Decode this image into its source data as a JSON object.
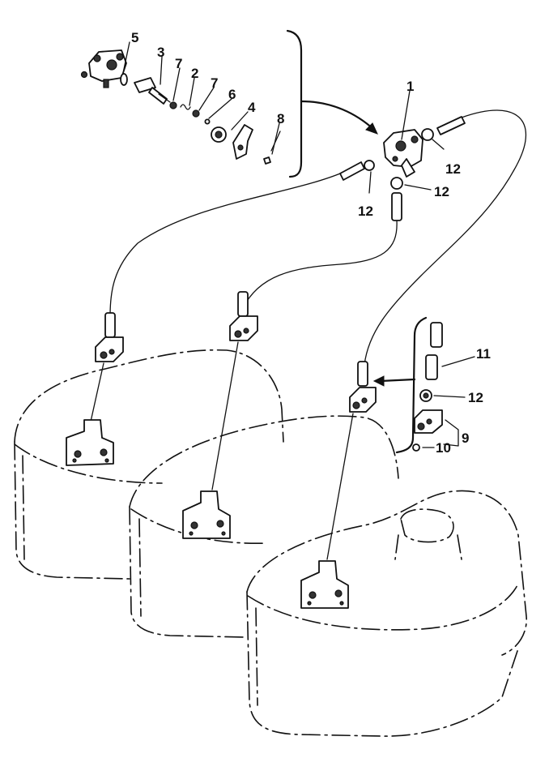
{
  "callouts": {
    "c1": "1",
    "c2": "2",
    "c3": "3",
    "c4": "4",
    "c5": "5",
    "c6": "6",
    "c7a": "7",
    "c7b": "7",
    "c8": "8",
    "c9": "9",
    "c10": "10",
    "c11": "11",
    "c12a": "12",
    "c12b": "12",
    "c12c": "12",
    "c12d": "12"
  }
}
